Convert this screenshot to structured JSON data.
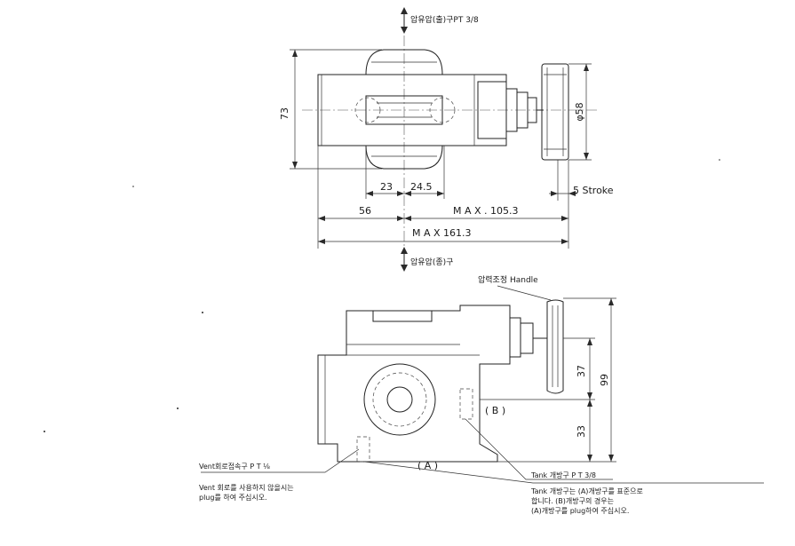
{
  "top_view": {
    "port_top_label": "압유압(출)구PT 3/8",
    "port_bottom_label": "압유압(종)구",
    "dim_height": "73",
    "dim_diameter": "φ58",
    "dim_23": "23",
    "dim_24_5": "24.5",
    "dim_stroke": "5 Stroke",
    "dim_56": "56",
    "dim_max_105": "M A X . 105.3",
    "dim_max_161": "M A X 161.3"
  },
  "side_view": {
    "handle_label": "압력조정 Handle",
    "dim_37": "37",
    "dim_99": "99",
    "dim_33": "33",
    "port_b": "( B )",
    "port_a": "( A )",
    "vent_label": "Vent회로접속구 P T ⅛",
    "vent_note_1": "Vent 회로를 사용하지 않을시는",
    "vent_note_2": "plug를 하여 주십시오.",
    "tank_label": "Tank 개방구 P T 3/8",
    "tank_note_1": "Tank 개방구는 (A)개방구를 표준으로",
    "tank_note_2": "합니다. (B)개방구의 경우는",
    "tank_note_3": "(A)개방구를 plug하여 주십시오."
  }
}
